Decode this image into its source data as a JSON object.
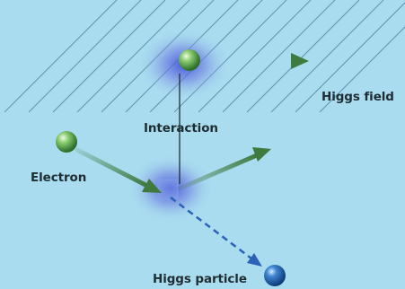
{
  "labels": {
    "higgs_field": "Higgs field",
    "interaction": "Interaction",
    "electron": "Electron",
    "higgs_particle": "Higgs particle"
  },
  "colors": {
    "background": "#a9dcef",
    "field_lines": "#5f93ad",
    "arrow": "#3f7a3f",
    "glow": "#4a58d8",
    "electron_ball": "#4fa64a",
    "higgs_ball": "#1f5fa8",
    "text": "#1f2d33"
  }
}
